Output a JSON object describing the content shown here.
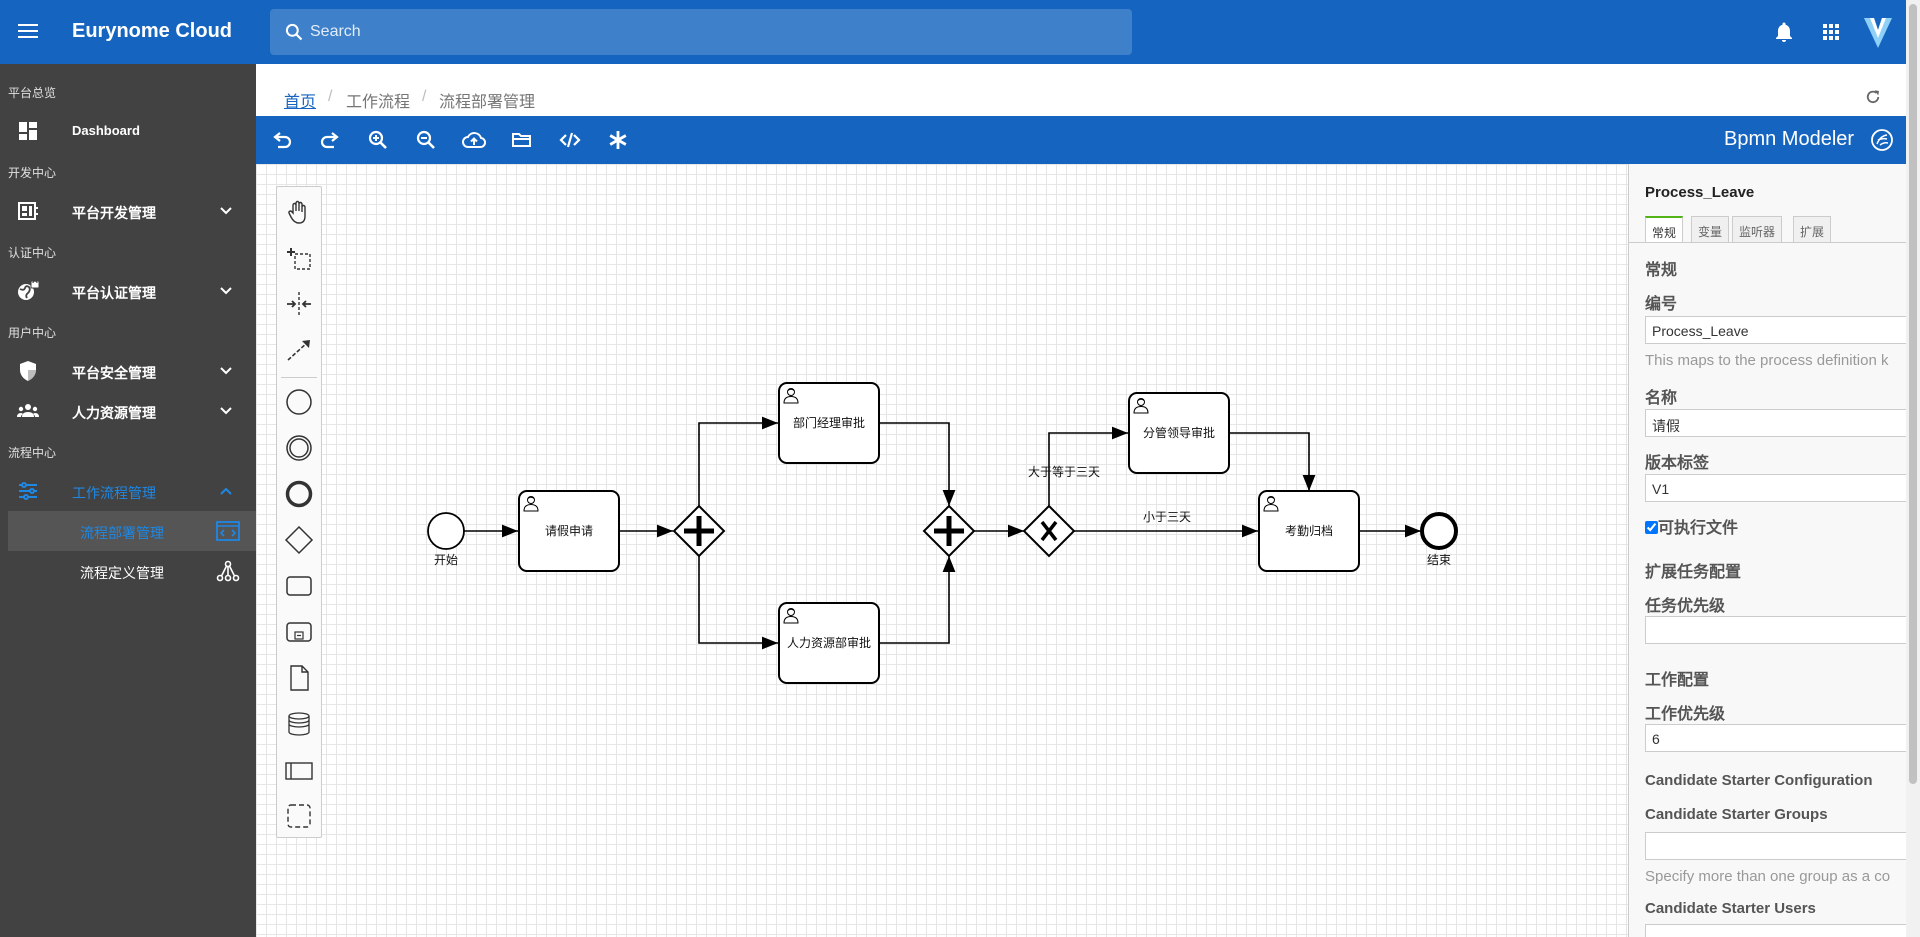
{
  "app": {
    "brand": "Eurynome Cloud"
  },
  "search": {
    "placeholder": "Search"
  },
  "sidebar": {
    "groups": {
      "overview": "平台总览",
      "dev": "开发中心",
      "auth": "认证中心",
      "user": "用户中心",
      "flow": "流程中心"
    },
    "items": {
      "dashboard": "Dashboard",
      "dev_mgmt": "平台开发管理",
      "auth_mgmt": "平台认证管理",
      "security_mgmt": "平台安全管理",
      "hr_mgmt": "人力资源管理",
      "workflow_mgmt": "工作流程管理",
      "deploy_mgmt": "流程部署管理",
      "definition_mgmt": "流程定义管理"
    }
  },
  "breadcrumb": {
    "home": "首页",
    "level1": "工作流程",
    "current": "流程部署管理"
  },
  "toolbar": {
    "title": "Bpmn Modeler"
  },
  "diagram": {
    "start": "开始",
    "apply": "请假申请",
    "dept_manager": "部门经理审批",
    "hr_dept": "人力资源部审批",
    "leader": "分管领导审批",
    "archive": "考勤归档",
    "end": "结束",
    "cond_ge3": "大于等于三天",
    "cond_lt3": "小于三天"
  },
  "properties": {
    "process_id": "Process_Leave",
    "tabs": {
      "general": "常规",
      "variables": "变量",
      "listeners": "监听器",
      "extension": "扩展"
    },
    "section_general": "常规",
    "id_label": "编号",
    "id_value": "Process_Leave",
    "id_desc": "This maps to the process definition k",
    "name_label": "名称",
    "name_value": "请假",
    "version_label": "版本标签",
    "version_value": "V1",
    "executable_label": "可执行文件",
    "section_ext_task": "扩展任务配置",
    "task_priority_label": "任务优先级",
    "task_priority_value": "",
    "section_job": "工作配置",
    "job_priority_label": "工作优先级",
    "job_priority_value": "6",
    "section_candidate": "Candidate Starter Configuration",
    "candidate_groups_label": "Candidate Starter Groups",
    "candidate_groups_value": "",
    "candidate_groups_desc": "Specify more than one group as a co",
    "candidate_users_label": "Candidate Starter Users"
  }
}
